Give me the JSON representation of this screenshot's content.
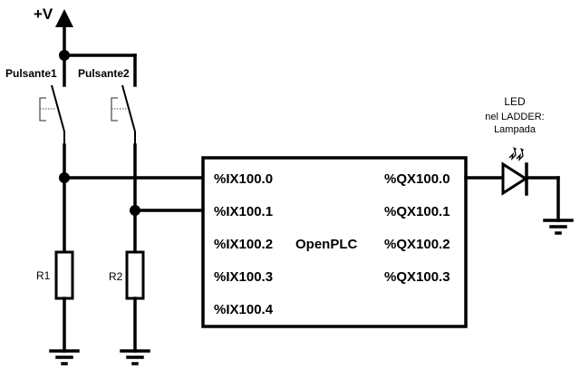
{
  "diagram": {
    "supply_label": "+V",
    "switches": [
      {
        "label": "Pulsante1"
      },
      {
        "label": "Pulsante2"
      }
    ],
    "resistors": [
      {
        "label": "R1"
      },
      {
        "label": "R2"
      }
    ],
    "plc": {
      "title": "OpenPLC",
      "inputs": [
        "%IX100.0",
        "%IX100.1",
        "%IX100.2",
        "%IX100.3",
        "%IX100.4"
      ],
      "outputs": [
        "%QX100.0",
        "%QX100.1",
        "%QX100.2",
        "%QX100.3"
      ]
    },
    "led": {
      "title": "LED",
      "subtitle_line1": "nel LADDER:",
      "subtitle_line2": "Lampada"
    }
  }
}
